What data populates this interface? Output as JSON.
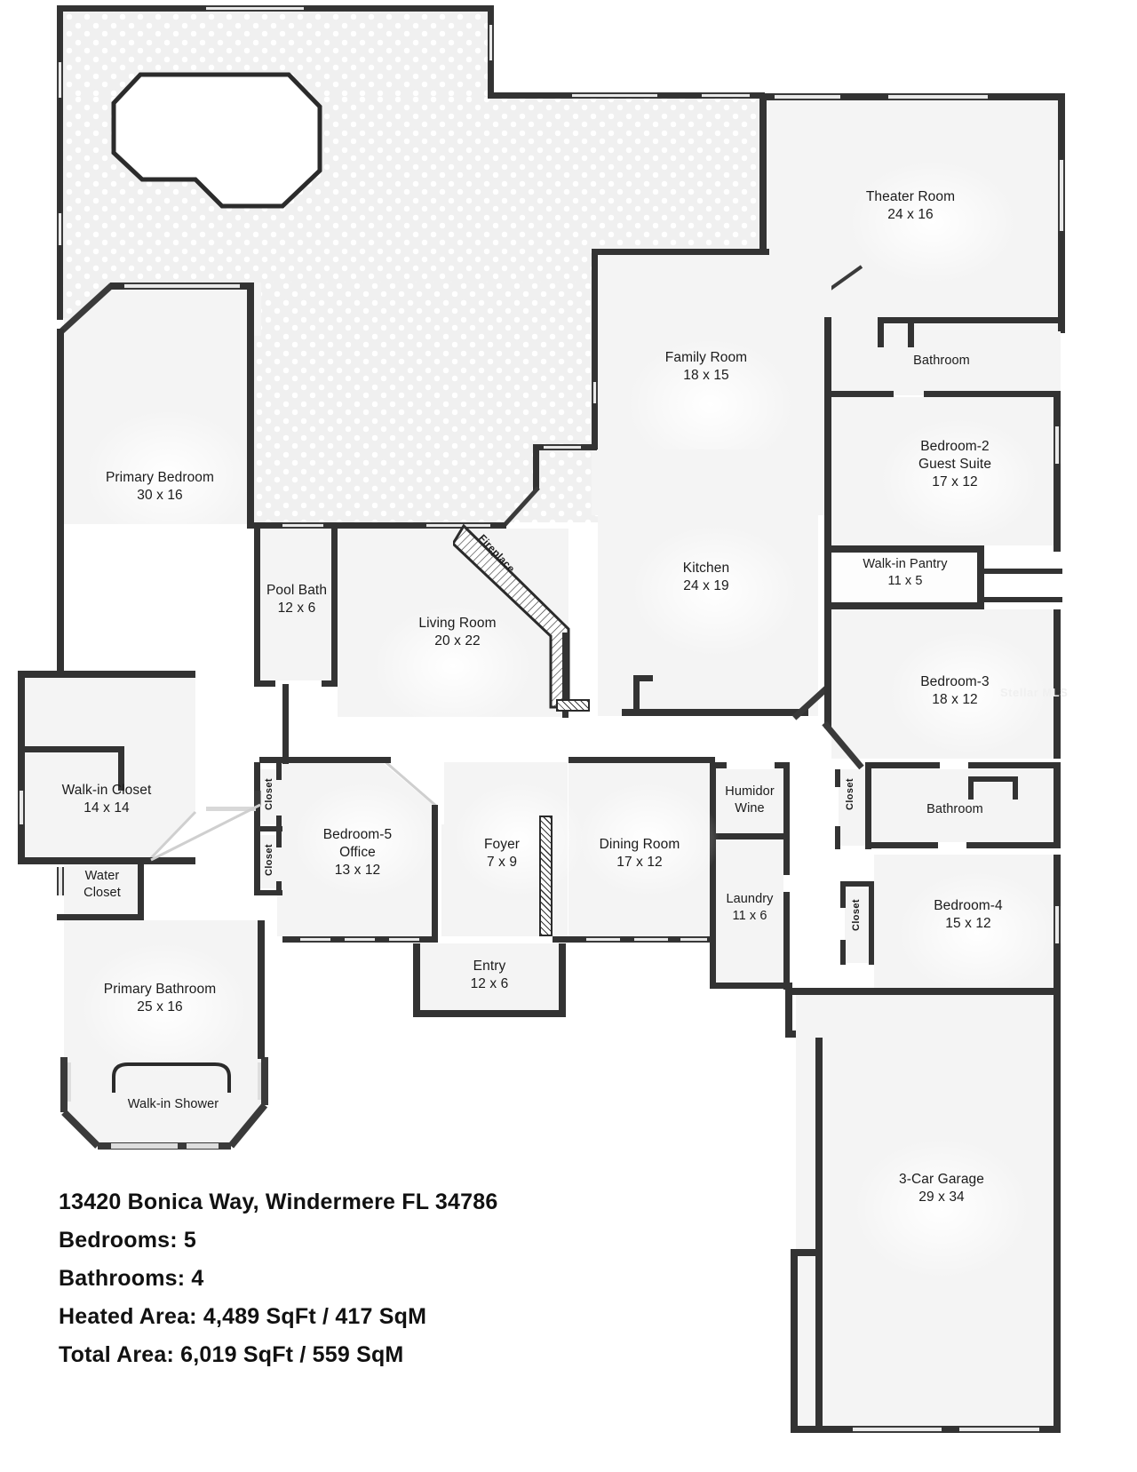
{
  "document": {
    "type": "floor-plan",
    "title": "13420 Bonica Way, Windermere FL 34786"
  },
  "caption": {
    "address": "13420 Bonica Way, Windermere FL 34786",
    "bedrooms": "Bedrooms: 5",
    "bathrooms": "Bathrooms: 4",
    "heated_area": "Heated Area: 4,489 SqFt / 417 SqM",
    "total_area": "Total Area: 6,019 SqFt / 559 SqM"
  },
  "watermark": {
    "text": "Stellar MLS"
  },
  "rooms": [
    {
      "key": "theater",
      "name": "Theater Room",
      "dim": "24 x 16"
    },
    {
      "key": "family",
      "name": "Family Room",
      "dim": "18 x 15"
    },
    {
      "key": "primary_bedroom",
      "name": "Primary Bedroom",
      "dim": "30 x 16"
    },
    {
      "key": "bathroom_upper",
      "name": "Bathroom",
      "dim": ""
    },
    {
      "key": "bedroom2",
      "name": "Bedroom-2",
      "sub": "Guest Suite",
      "dim": "17 x 12"
    },
    {
      "key": "kitchen",
      "name": "Kitchen",
      "dim": "24 x 19"
    },
    {
      "key": "pantry",
      "name": "Walk-in Pantry",
      "dim": "11 x 5"
    },
    {
      "key": "pool_bath",
      "name": "Pool Bath",
      "dim": "12 x 6"
    },
    {
      "key": "living",
      "name": "Living Room",
      "dim": "20 x 22"
    },
    {
      "key": "bedroom3",
      "name": "Bedroom-3",
      "dim": "18 x 12"
    },
    {
      "key": "walkin_closet",
      "name": "Walk-in Closet",
      "dim": "14 x 14"
    },
    {
      "key": "water_closet",
      "name": "Water",
      "sub": "Closet",
      "dim": ""
    },
    {
      "key": "bedroom5",
      "name": "Bedroom-5",
      "sub": "Office",
      "dim": "13 x 12"
    },
    {
      "key": "foyer",
      "name": "Foyer",
      "dim": "7 x 9"
    },
    {
      "key": "dining",
      "name": "Dining Room",
      "dim": "17 x 12"
    },
    {
      "key": "humidor",
      "name": "Humidor",
      "sub": "Wine",
      "dim": ""
    },
    {
      "key": "bathroom_lower",
      "name": "Bathroom",
      "dim": ""
    },
    {
      "key": "laundry",
      "name": "Laundry",
      "dim": "11 x 6"
    },
    {
      "key": "bedroom4",
      "name": "Bedroom-4",
      "dim": "15 x 12"
    },
    {
      "key": "primary_bathroom",
      "name": "Primary Bathroom",
      "dim": "25 x 16"
    },
    {
      "key": "entry",
      "name": "Entry",
      "dim": "12 x 6"
    },
    {
      "key": "walkin_shower",
      "name": "Walk-in Shower",
      "dim": ""
    },
    {
      "key": "garage",
      "name": "3-Car Garage",
      "dim": "29 x 34"
    }
  ],
  "features": {
    "fireplace": "Fireplace",
    "closet": "Closet"
  },
  "colors": {
    "wall": "#333333",
    "room_fill": "#f4f4f4",
    "deck_fill": "#f0f0f0",
    "text": "#1b1b1b",
    "page": "#ffffff"
  }
}
